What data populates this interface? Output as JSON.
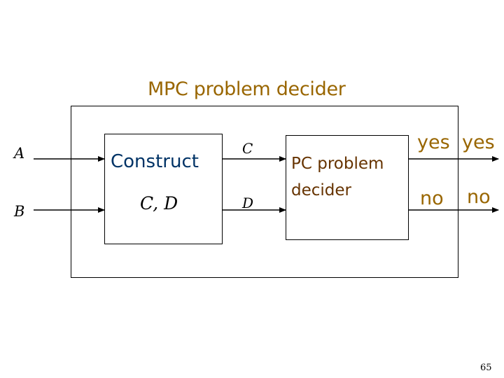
{
  "title": "MPC problem decider",
  "inputs": {
    "a": "A",
    "b": "B"
  },
  "construct": {
    "label": "Construct",
    "sublabel": "C, D"
  },
  "middle": {
    "c": "C",
    "d": "D"
  },
  "inner_decider": {
    "line1": "PC problem",
    "line2": "decider"
  },
  "outputs": {
    "yes_inner": "yes",
    "yes_outer": "yes",
    "no_inner": "no",
    "no_outer": "no"
  },
  "page_number": "65",
  "colors": {
    "title": "#996600",
    "construct_text": "#003366",
    "decider_text": "#663300",
    "lines": "#000000"
  }
}
